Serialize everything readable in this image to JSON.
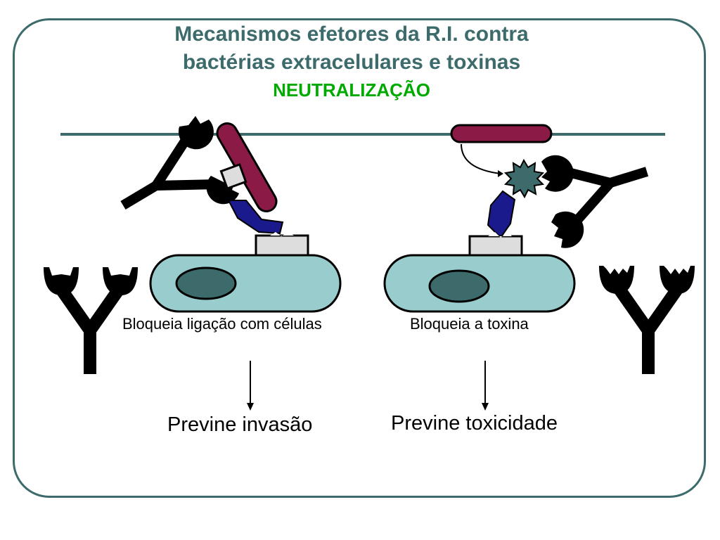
{
  "title": {
    "line1": "Mecanismos efetores da R.I. contra",
    "line2": "bactérias extracelulares e toxinas",
    "subtitle": "NEUTRALIZAÇÃO"
  },
  "left_panel": {
    "caption": "Bloqueia ligação com células",
    "result": "Previne invasão"
  },
  "right_panel": {
    "caption": "Bloqueia a toxina",
    "result": "Previne toxicidade"
  },
  "colors": {
    "frame": "#3d6b6b",
    "title": "#3d6b6b",
    "subtitle": "#00aa00",
    "cell_fill": "#99cccc",
    "nucleus": "#3d6b6b",
    "toxin_bar": "#8b1a46",
    "blue_protein": "#1a1a8c",
    "receptor": "#dddddd",
    "star_toxin": "#3d6b6b"
  },
  "icons": [
    "antibody-icon",
    "bacterium-icon",
    "toxin-icon",
    "receptor-icon",
    "arrow-icon"
  ]
}
